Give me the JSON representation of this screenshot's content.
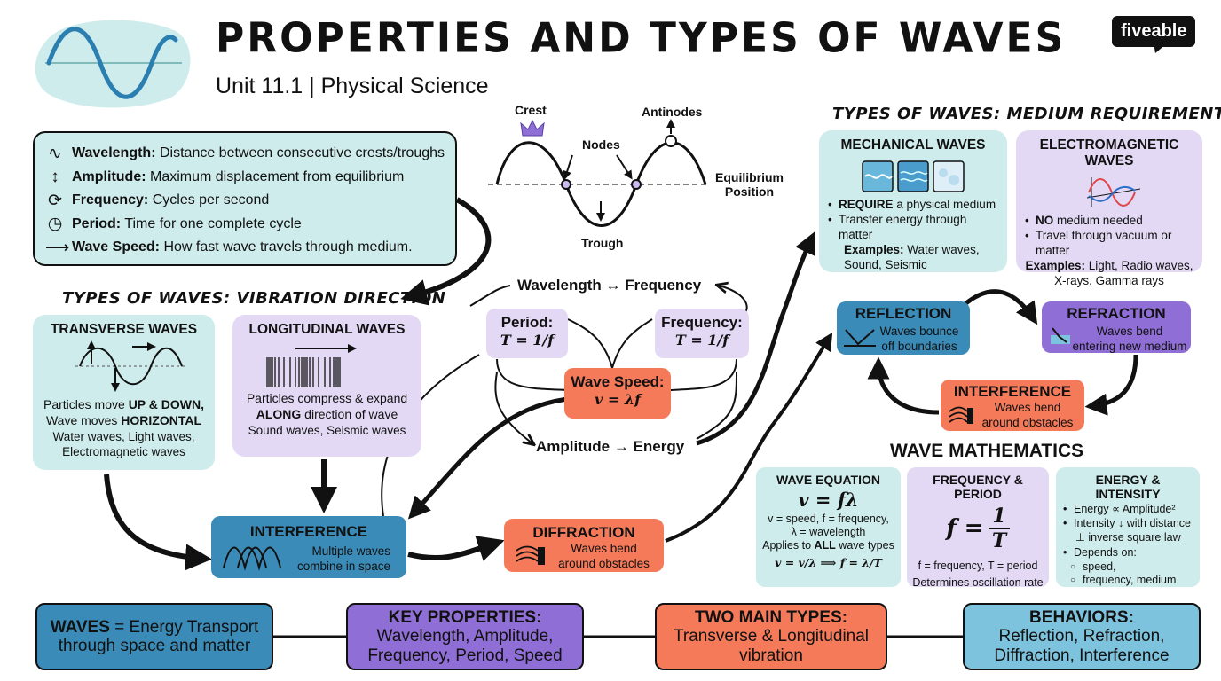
{
  "header": {
    "title": "PROPERTIES AND TYPES OF WAVES",
    "subtitle": "Unit 11.1 | Physical Science",
    "logo": "fiveable"
  },
  "definitions": [
    {
      "icon": "wave-icon",
      "term": "Wavelength:",
      "desc": "Distance between consecutive crests/troughs"
    },
    {
      "icon": "updown-arrow-icon",
      "term": "Amplitude:",
      "desc": "Maximum displacement from equilibrium"
    },
    {
      "icon": "cycle-icon",
      "term": "Frequency:",
      "desc": "Cycles per second"
    },
    {
      "icon": "clock-icon",
      "term": "Period:",
      "desc": "Time for one complete cycle"
    },
    {
      "icon": "right-arrow-icon",
      "term": "Wave Speed:",
      "desc": "How fast wave travels through medium."
    }
  ],
  "anatomy": {
    "crest": "Crest",
    "antinodes": "Antinodes",
    "nodes": "Nodes",
    "equilibrium": "Equilibrium",
    "position": "Position",
    "trough": "Trough"
  },
  "vibration": {
    "title": "TYPES OF WAVES: VIBRATION DIRECTION",
    "transverse": {
      "title": "TRANSVERSE WAVES",
      "line1_a": "Particles move ",
      "line1_b": "UP & DOWN,",
      "line2_a": "Wave moves ",
      "line2_b": "HORIZONTAL",
      "examples_1": "Water waves, Light waves,",
      "examples_2": "Electromagnetic waves"
    },
    "longitudinal": {
      "title": "LONGITUDINAL WAVES",
      "line1": "Particles compress & expand",
      "line2_a": "ALONG",
      "line2_b": " direction of wave",
      "examples": "Sound waves, Seismic waves"
    }
  },
  "relations": {
    "wl_freq": "Wavelength ↔ Frequency",
    "period_label": "Period:",
    "period_formula": "T = 1/f",
    "freq_label": "Frequency:",
    "freq_formula": "T = 1/f",
    "speed_label": "Wave Speed:",
    "speed_formula": "v = λf",
    "amp_energy": "Amplitude → Energy"
  },
  "behaviors_flow": {
    "interference": {
      "title": "INTERFERENCE",
      "l1": "Multiple waves",
      "l2": "combine in space"
    },
    "diffraction": {
      "title": "DIFFRACTION",
      "l1": "Waves bend",
      "l2": "around obstacles"
    }
  },
  "medium": {
    "title": "TYPES OF WAVES: MEDIUM REQUIREMENTS",
    "mechanical": {
      "title": "MECHANICAL WAVES",
      "b1_a": "REQUIRE",
      "b1_b": " a physical medium",
      "b2": "Transfer energy through matter",
      "ex_label": "Examples:",
      "ex": " Water waves, Sound, Seismic"
    },
    "em": {
      "title": "ELECTROMAGNETIC WAVES",
      "b1_a": "NO",
      "b1_b": " medium needed",
      "b2": "Travel through vacuum or matter",
      "ex_label": "Examples:",
      "ex": " Light, Radio waves, X-rays, Gamma rays"
    }
  },
  "cycle": {
    "reflection": {
      "title": "REFLECTION",
      "l1": "Waves bounce",
      "l2": "off boundaries"
    },
    "refraction": {
      "title": "REFRACTION",
      "l1": "Waves bend",
      "l2": "entering new medium"
    },
    "interference": {
      "title": "INTERFERENCE",
      "l1": "Waves bend",
      "l2": "around obstacles"
    }
  },
  "math": {
    "title": "WAVE MATHEMATICS",
    "equation": {
      "title": "WAVE EQUATION",
      "formula": "v = fλ",
      "l1": "v = speed, f = frequency,",
      "l2": "λ = wavelength",
      "l3_a": "Applies to ",
      "l3_b": "ALL",
      "l3_c": " wave types",
      "derived": "v = v/λ  ⟹  f = λ/T"
    },
    "freq_period": {
      "title": "FREQUENCY & PERIOD",
      "lhs": "f =",
      "num": "1",
      "den": "T",
      "l1": "f = frequency, T = period",
      "l2": "Determines oscillation rate"
    },
    "energy": {
      "title": "ENERGY & INTENSITY",
      "b1": "Energy ∝ Amplitude²",
      "b2": "Intensity ↓ with distance",
      "b2b": "inverse square law",
      "b3": "Depends on:",
      "s1": "speed,",
      "s2": "frequency, medium"
    }
  },
  "summary": {
    "waves_a": "WAVES",
    "waves_b": " = Energy Transport",
    "waves_c": "through space and matter",
    "key_title": "KEY PROPERTIES:",
    "key_l1": "Wavelength, Amplitude,",
    "key_l2": "Frequency, Period, Speed",
    "types_title": "TWO MAIN TYPES:",
    "types_l1": "Transverse & Longitudinal",
    "types_l2": "vibration",
    "beh_title": "BEHAVIORS:",
    "beh_l1": "Reflection, Refraction,",
    "beh_l2": "Diffraction, Interference"
  },
  "colors": {
    "teal": "#cfecec",
    "lavender": "#e3d9f5",
    "purple": "#8f6ed6",
    "blue": "#3a8bb7",
    "orange": "#f47a5a",
    "sky": "#7ec3de"
  }
}
